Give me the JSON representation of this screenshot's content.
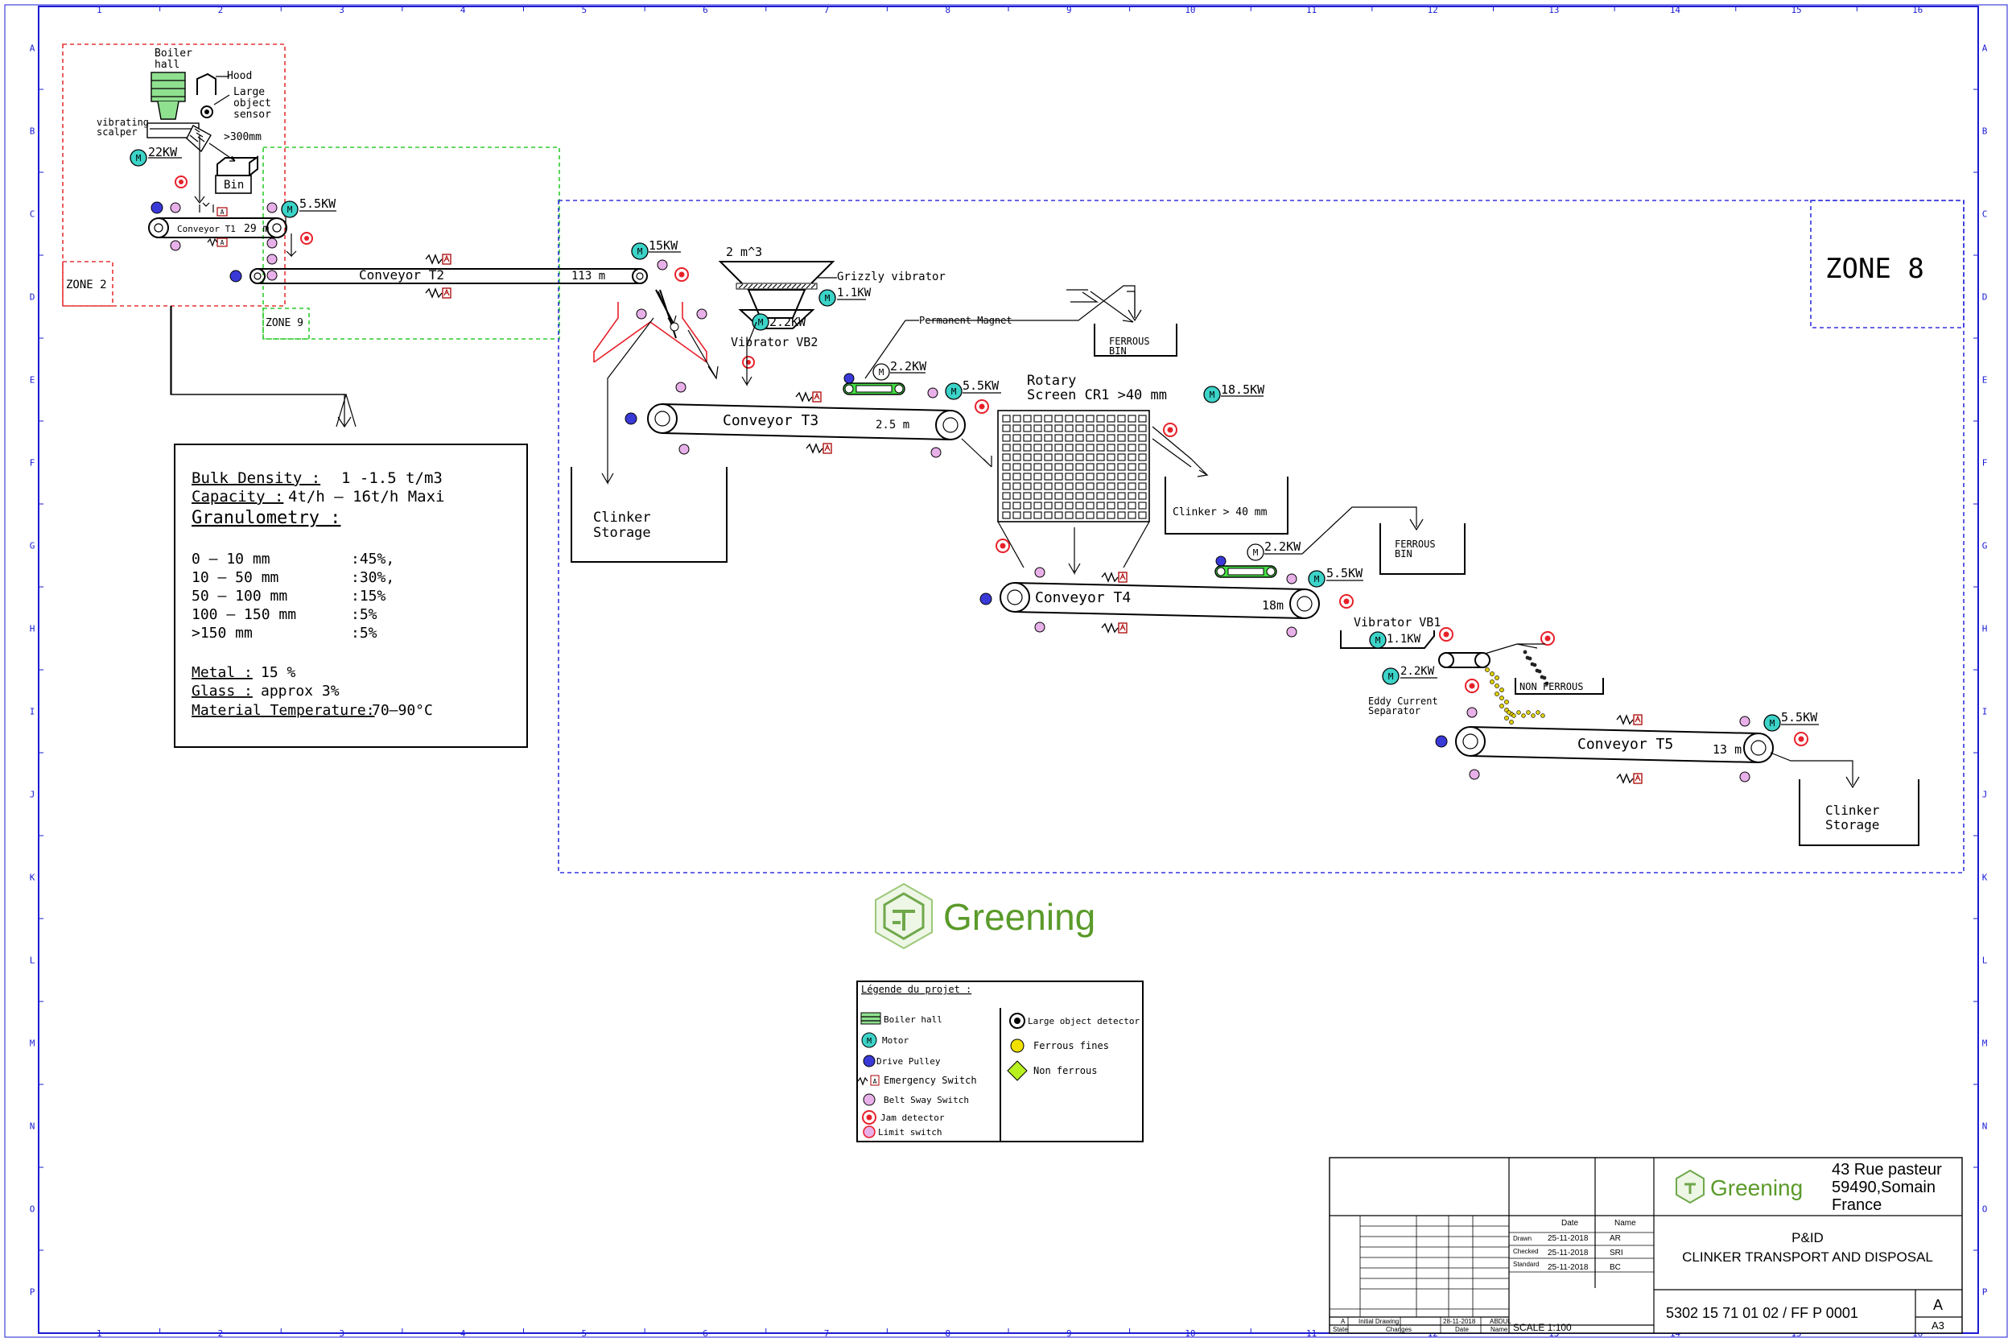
{
  "grid": {
    "columns": [
      "1",
      "2",
      "3",
      "4",
      "5",
      "6",
      "7",
      "8",
      "9",
      "10",
      "11",
      "12",
      "13",
      "14",
      "15",
      "16"
    ],
    "rows": [
      "A",
      "B",
      "C",
      "D",
      "E",
      "F",
      "G",
      "H",
      "I",
      "J",
      "K",
      "L",
      "M",
      "N",
      "O",
      "P"
    ]
  },
  "zones": {
    "zone2": "ZONE 2",
    "zone9": "ZONE 9",
    "zone8": "ZONE 8"
  },
  "equipment": {
    "boiler_hall": [
      "Boiler",
      "hall"
    ],
    "hood": "Hood",
    "large_object_sensor": [
      "Large",
      "object",
      "sensor"
    ],
    "vibrating_scalper": [
      "vibrating",
      "scalper"
    ],
    "threshold_300": ">300mm",
    "bin": "Bin",
    "grizzly_volume": "2 m^3",
    "grizzly_vibrator": "Grizzly vibrator",
    "vibrator_vb2": "Vibrator VB2",
    "permanent_magnet": "Permanent Magnet",
    "ferrous_bin": [
      "FERROUS",
      "BIN"
    ],
    "rotary_screen": [
      "Rotary",
      "Screen CR1 >40 mm"
    ],
    "clinker_gt40": "Clinker > 40 mm",
    "clinker_storage": [
      "Clinker",
      "Storage"
    ],
    "vibrator_vb1": "Vibrator VB1",
    "eddy_current": [
      "Eddy Current",
      "Separator"
    ],
    "non_ferrous": "NON FERROUS"
  },
  "conveyors": {
    "t1": {
      "name": "Conveyor T1",
      "length": "29 m"
    },
    "t2": {
      "name": "Conveyor T2",
      "length": "113 m"
    },
    "t3": {
      "name": "Conveyor T3",
      "length": "2.5 m"
    },
    "t4": {
      "name": "Conveyor T4",
      "length": "18m"
    },
    "t5": {
      "name": "Conveyor T5",
      "length": "13 m"
    }
  },
  "motors": {
    "m_scalper": "22KW",
    "m_t1": "5.5KW",
    "m_t2": "15KW",
    "m_grizzly": "1.1KW",
    "m_vb2": "2.2KW",
    "m_magnet1": "2.2KW",
    "m_t3": "5.5KW",
    "m_screen": "18.5KW",
    "m_magnet2": "2.2KW",
    "m_t4": "5.5KW",
    "m_vb1": "1.1KW",
    "m_eddy": "2.2KW",
    "m_t5": "5.5KW"
  },
  "symbols": {
    "motor": "M",
    "emergency": "A"
  },
  "material_spec": {
    "bulk_label": "Bulk Density :",
    "bulk_value": "1 -1.5 t/m3",
    "capacity_label": "Capacity :",
    "capacity_value": "4t/h – 16t/h Maxi",
    "granulometry_label": "Granulometry :",
    "granulometry": [
      {
        "range": "0 – 10 mm",
        "pct": ":45%,"
      },
      {
        "range": "10 – 50 mm",
        "pct": ":30%,"
      },
      {
        "range": "50 – 100 mm",
        "pct": ":15%"
      },
      {
        "range": "100 – 150 mm",
        "pct": ":5%"
      },
      {
        "range": ">150 mm",
        "pct": ":5%"
      }
    ],
    "metal_label": "Metal :",
    "metal_value": "15 %",
    "glass_label": "Glass :",
    "glass_value": "approx 3%",
    "temp_label": "Material Temperature:",
    "temp_value": "70–90°C"
  },
  "brand": {
    "name": "Greening"
  },
  "legend": {
    "title": "Légende du projet :",
    "left": [
      "Boiler hall",
      "Motor",
      "Drive Pulley",
      "Emergency Switch",
      "Belt Sway Switch",
      "Jam detector",
      "Limit switch"
    ],
    "right": [
      "Large object detector",
      "Ferrous fines",
      "Non ferrous"
    ]
  },
  "title_block": {
    "address": [
      "43 Rue pasteur",
      "59490,Somain",
      "France"
    ],
    "brand": "Greening",
    "doc_type": "P&ID",
    "doc_title": "CLINKER TRANSPORT AND DISPOSAL",
    "col_date": "Date",
    "col_name": "Name",
    "approvals": [
      {
        "role": "Drawn",
        "date": "25-11-2018",
        "name": "AR"
      },
      {
        "role": "Checked",
        "date": "25-11-2018",
        "name": "SRI"
      },
      {
        "role": "Standard",
        "date": "25-11-2018",
        "name": "BC"
      }
    ],
    "doc_number": "5302 15 71 01 02 / FF P 0001",
    "revision": "A",
    "sheet_size": "A3",
    "scale": "SCALE 1:100",
    "rev_row": {
      "rev": "A",
      "desc": "Initial Drawing",
      "date": "28-11-2018",
      "name": "ABDUL"
    },
    "bottom_headers": [
      "State",
      "Changes",
      "Date",
      "Name"
    ]
  },
  "colors": {
    "frame": "#1a1ad6",
    "zone2": "#e63333",
    "zone9": "#2ecc2e",
    "zone8": "#3333dd",
    "motor": "#3cd3c8",
    "jam": "#e8202a",
    "brand": "#5a9a2a"
  }
}
